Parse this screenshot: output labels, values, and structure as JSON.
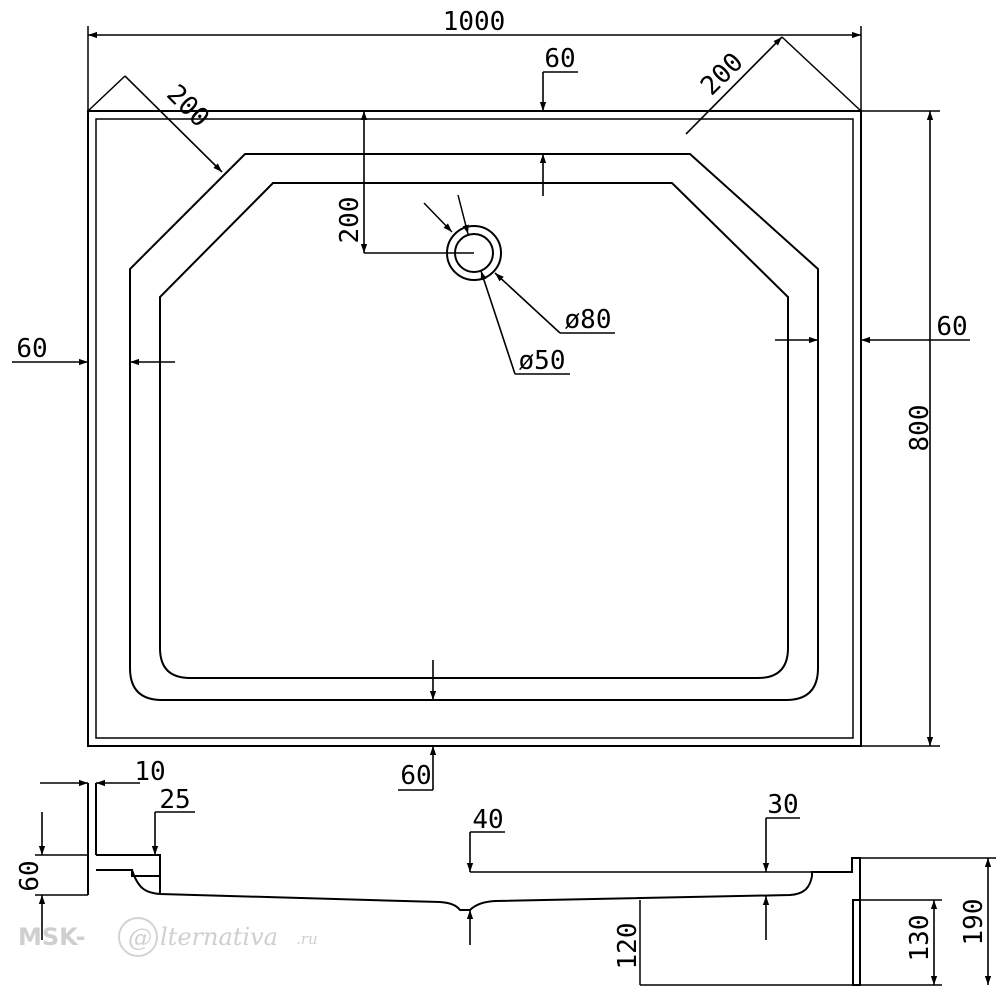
{
  "plan": {
    "width_label": "1000",
    "height_label": "800",
    "corner_chamfer_left_label": "200",
    "corner_chamfer_right_label": "200",
    "top_rim_label": "60",
    "drain_offset_label": "200",
    "left_rim_label": "60",
    "right_rim_label": "60",
    "bottom_rim_label": "60",
    "drain_outer_label": "ø80",
    "drain_inner_label": "ø50"
  },
  "section": {
    "wall_label": "10",
    "lip_label": "25",
    "rim_height_label": "60",
    "base_depth_label": "40",
    "right_depth_label": "30",
    "tray_height_label": "120",
    "panel_height_label": "130",
    "total_height_label": "190"
  },
  "watermark": {
    "prefix": "MSK-",
    "mark": "@",
    "name": "lternativa",
    "suffix": ".ru"
  }
}
